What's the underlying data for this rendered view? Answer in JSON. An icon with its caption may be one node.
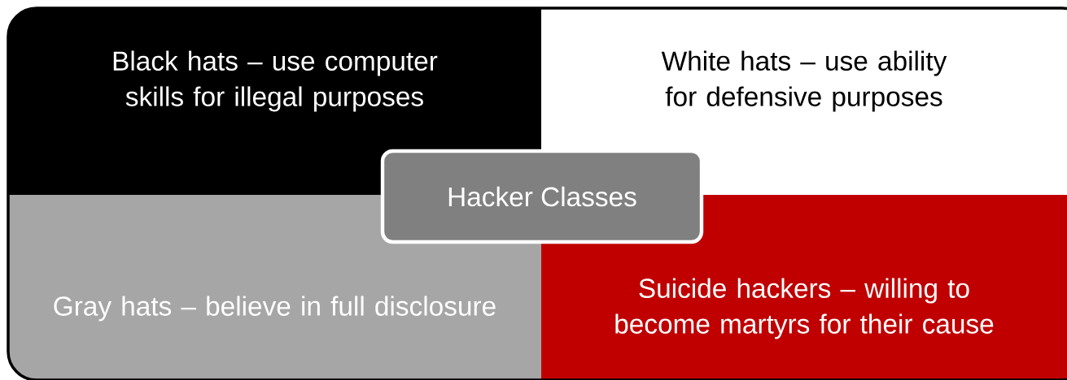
{
  "diagram": {
    "nodes": [
      {
        "text": [
          "Black hats – use computer skills for illegal purposes"
        ]
      },
      {
        "text": [
          "White hats – use ability for defensive purposes"
        ]
      },
      {
        "text": [
          "Hacker Classes"
        ]
      },
      {
        "text": [
          "Gray hats – believe in full disclosure"
        ]
      },
      {
        "text": [
          "Suicide hackers – willing to become martyrs for their cause"
        ]
      }
    ]
  }
}
